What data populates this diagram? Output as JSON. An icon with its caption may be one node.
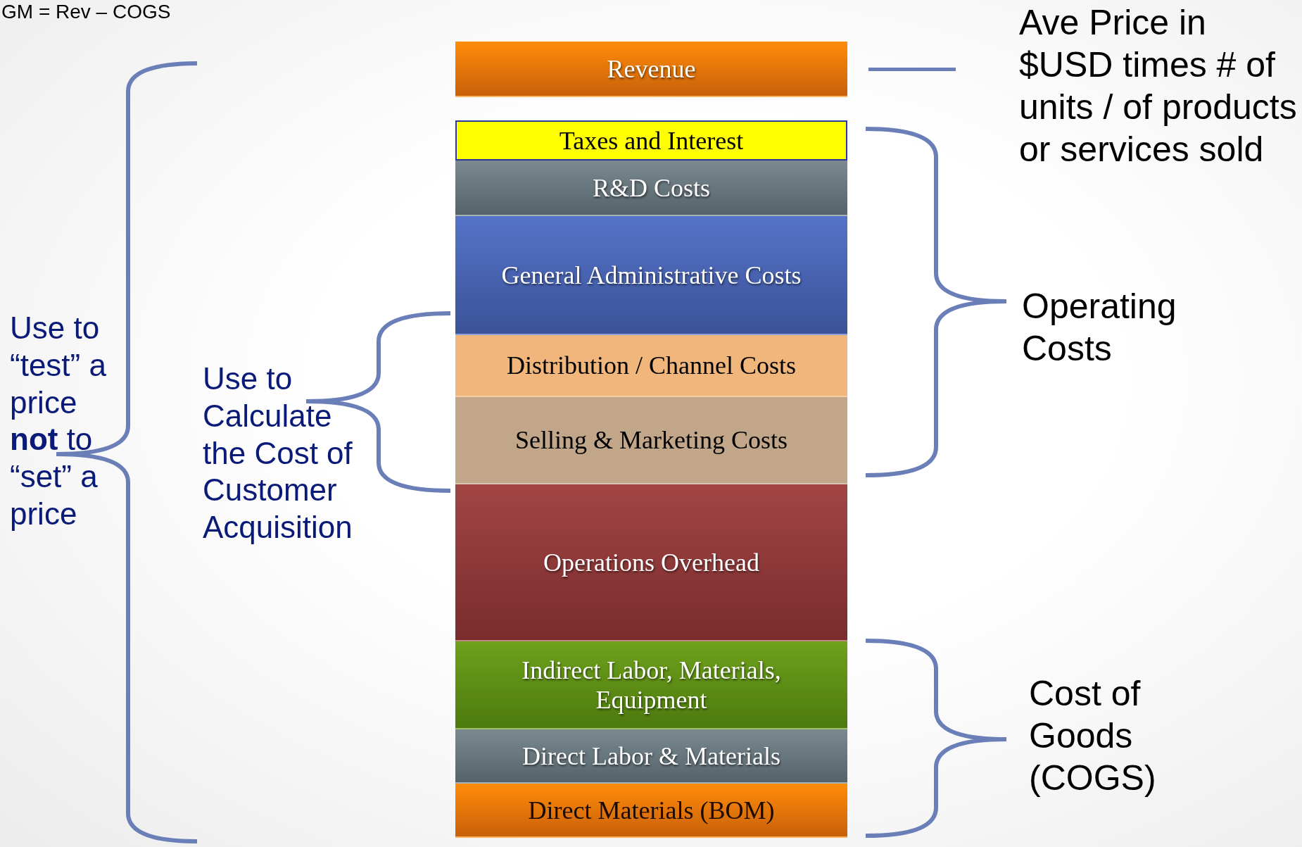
{
  "diagram": {
    "nodes": [
      {
        "text": [
          "Revenue"
        ]
      },
      {
        "text": [
          "Taxes and Interest"
        ]
      },
      {
        "text": [
          "R&D Costs"
        ]
      },
      {
        "text": [
          "General Administrative Costs"
        ]
      },
      {
        "text": [
          "Distribution / Channel Costs"
        ]
      },
      {
        "text": [
          "Selling & Marketing Costs"
        ]
      },
      {
        "text": [
          "Operations Overhead"
        ]
      },
      {
        "text": [
          "Indirect Labor, Materials, Equipment"
        ]
      },
      {
        "text": [
          "Direct Labor & Materials"
        ]
      },
      {
        "text": [
          "Direct Materials (BOM)"
        ]
      },
      {
        "text": [
          "Ave Price in $USD times # of units / of products or services sold"
        ]
      }
    ],
    "edges": [
      {
        "from": 0,
        "to": 10,
        "arrow": "none"
      }
    ],
    "labels": [
      "GM = Rev – COGS",
      "Operating Costs",
      "Use to “test” a price **not** to “set” a price",
      "Use to Calculate the Cost of Customer Acquisition",
      "Cost of Goods (COGS)"
    ]
  }
}
